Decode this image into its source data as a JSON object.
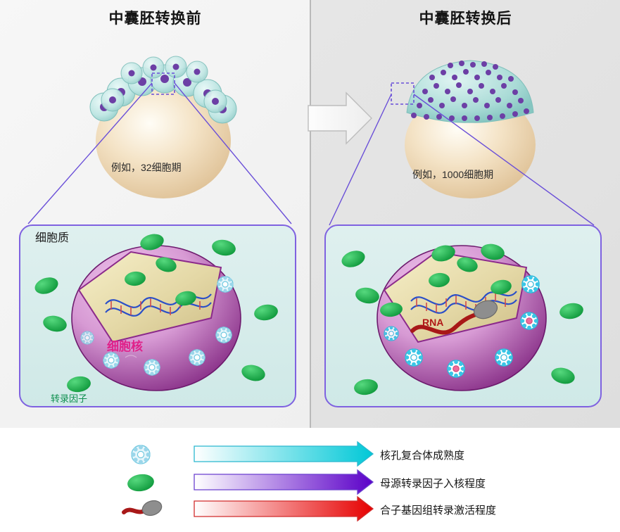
{
  "panels": [
    {
      "id": "before",
      "title": "中囊胚转换前",
      "embryo_stage_label": "例如，32细胞期",
      "cytoplasm_label": "细胞质",
      "nucleus_label": "细胞核",
      "transcription_factor_label": "转录因子"
    },
    {
      "id": "after",
      "title": "中囊胚转换后",
      "embryo_stage_label": "例如，1000细胞期",
      "rna_label": "RNA"
    }
  ],
  "legend": {
    "rows": [
      {
        "icon": "nuclear-pore-complex-icon",
        "label": "核孔复合体成熟度",
        "gradient_from": "#ffffff",
        "gradient_to": "#00c8d7"
      },
      {
        "icon": "transcription-factor-icon",
        "label": "母源转录因子入核程度",
        "gradient_from": "#ffffff",
        "gradient_to": "#5b00c8"
      },
      {
        "icon": "rna-polymerase-icon",
        "label": "合子基因组转录激活程度",
        "gradient_from": "#ffffff",
        "gradient_to": "#e60000"
      }
    ]
  },
  "arrow": {
    "name": "transition-arrow",
    "direction": "right"
  },
  "colors": {
    "panel_left_bg": "#f3f3f3",
    "panel_right_bg": "#e2e2e2",
    "divider": "#b9b9b9",
    "zoom_line": "#6a4fd8",
    "inset_border": "#7f62e0",
    "inset_fill": "#d8eeee",
    "nucleus_purple": "#8e2a8e",
    "nucleus_pink": "#d58fd0",
    "tf_green": "#1ea64a",
    "rna_red": "#b01717",
    "yolk": "#e9d3ae"
  }
}
